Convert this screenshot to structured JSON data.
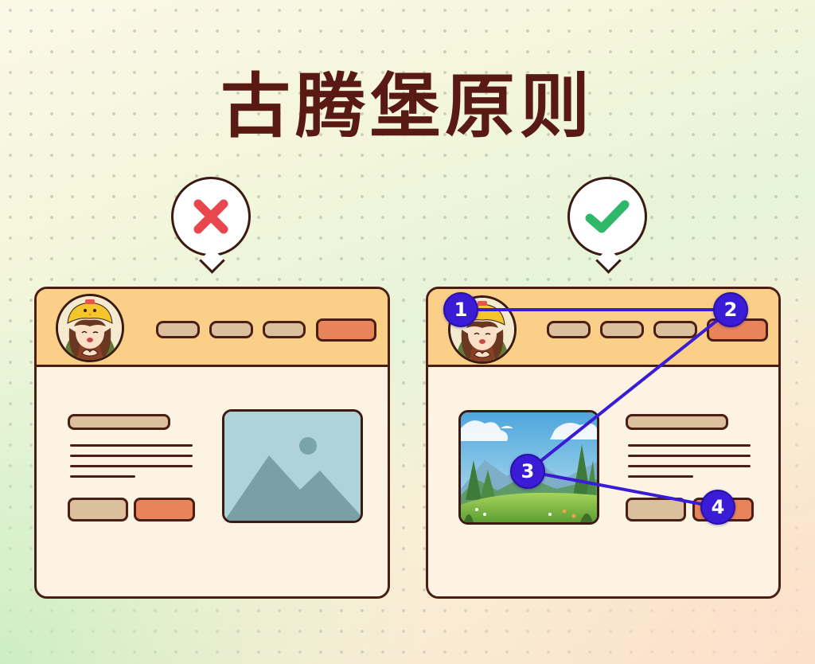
{
  "title": "古腾堡原则",
  "colors": {
    "title": "#5a1a14",
    "outline": "#4a1e14",
    "header_bg": "#fad089",
    "content_bg": "#fcf3e3",
    "pill_neutral": "#dcc09e",
    "pill_accent": "#e8845a",
    "wrong_icon": "#e8474e",
    "right_icon": "#2fb86a",
    "marker": "#3a1cd6"
  },
  "panels": [
    {
      "id": "wrong",
      "verdict_icon": "cross-icon",
      "verdict": "incorrect",
      "layout": "text-left-image-right",
      "header": {
        "avatar": "avatar-girl-chick-hat",
        "nav_pills": 3,
        "cta_pill": 1
      },
      "content": {
        "title_bar": 1,
        "text_lines": 4,
        "buttons": [
          "secondary",
          "primary"
        ],
        "image": "image-placeholder-icon"
      }
    },
    {
      "id": "right",
      "verdict_icon": "check-icon",
      "verdict": "correct",
      "layout": "image-left-text-right",
      "header": {
        "avatar": "avatar-girl-chick-hat",
        "nav_pills": 3,
        "cta_pill": 1
      },
      "content": {
        "title_bar": 1,
        "text_lines": 4,
        "buttons": [
          "secondary",
          "primary"
        ],
        "image": "landscape-illustration"
      },
      "reading_path": {
        "markers": [
          {
            "label": "1",
            "target": "avatar / top-left"
          },
          {
            "label": "2",
            "target": "header CTA / top-right"
          },
          {
            "label": "3",
            "target": "hero image / center"
          },
          {
            "label": "4",
            "target": "primary button / bottom-right"
          }
        ]
      }
    }
  ]
}
